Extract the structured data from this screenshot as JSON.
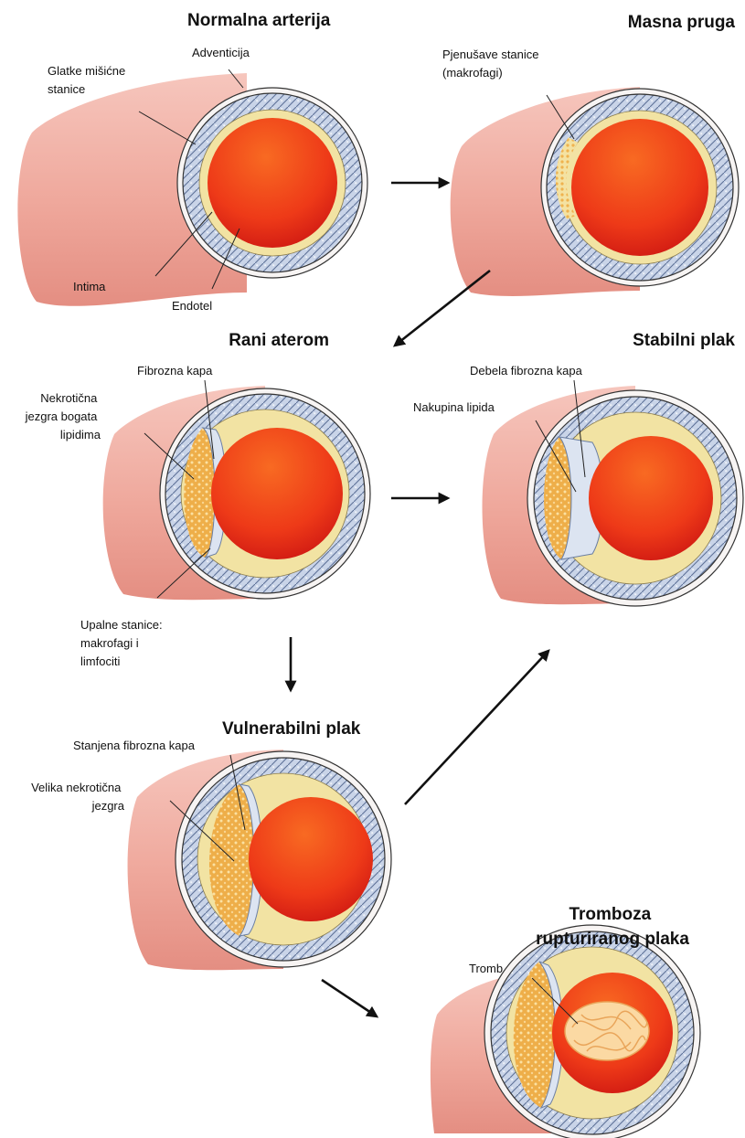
{
  "colors": {
    "tube": "#f2b4aa",
    "tube_dark": "#e08c80",
    "adventitia": "#f7f4f3",
    "media": "#c8d3e6",
    "media_line": "#5b6f95",
    "intima": "#f2e3a3",
    "lumen_light": "#f5511f",
    "lumen_dark": "#cf1414",
    "plaque": "#efb24e",
    "plaque_dots": "#fbe1a2",
    "thrombus": "#f9d39b"
  },
  "stages": {
    "normal": {
      "title": "Normalna arterija"
    },
    "fatty_streak": {
      "title": "Masna pruga"
    },
    "early_atheroma": {
      "title": "Rani aterom"
    },
    "stable_plaque": {
      "title": "Stabilni plak"
    },
    "vulnerable_plaque": {
      "title": "Vulnerabilni plak"
    },
    "thrombosis": {
      "title": [
        "Tromboza",
        "rupturiranog plaka"
      ]
    }
  },
  "labels": {
    "adventitia": "Adventicija",
    "smooth_muscle": [
      "Glatke mišićne",
      "stanice"
    ],
    "intima": "Intima",
    "endothelium": "Endotel",
    "foam_cells": [
      "Pjenušave stanice",
      "(makrofagi)"
    ],
    "fibrous_cap": "Fibrozna kapa",
    "necrotic_core": [
      "Nekrotična",
      "jezgra bogata",
      "lipidima"
    ],
    "inflammatory_cells": [
      "Upalne stanice:",
      "makrofagi i",
      "limfociti"
    ],
    "thick_fibrous_cap": "Debela fibrozna kapa",
    "lipid_pool": "Nakupina lipida",
    "thin_fibrous_cap": "Stanjena fibrozna kapa",
    "large_necrotic_core": [
      "Velika nekrotična",
      "jezgra"
    ],
    "thrombus": "Tromb"
  }
}
